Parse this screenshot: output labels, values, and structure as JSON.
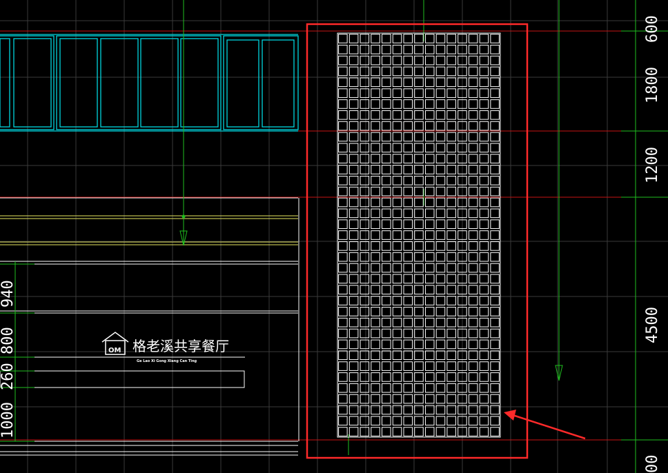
{
  "drawing": {
    "background": "#000000",
    "colors": {
      "grid": "#3a3a3a",
      "line": "#ffffff",
      "window": "#00d8e0",
      "dim_line": "#1fbf1f",
      "axis": "#d01010",
      "highlight": "#ff2a2a",
      "yellow": "#e8e860"
    },
    "dimensions_right": [
      "600",
      "1800",
      "1200",
      "4500",
      "00"
    ],
    "dimensions_left": [
      "940",
      "800",
      "260",
      "1000"
    ],
    "logo": {
      "icon": "house-logo-icon",
      "title": "格老溪共享餐厅",
      "subtitle": "Ge Lao Xi Gong Xiang Can Ting"
    },
    "grid_panel": {
      "columns": 15,
      "rows": 37
    },
    "annotation": {
      "arrow": "red-arrow-icon",
      "frame": "red-highlight-rectangle"
    }
  }
}
